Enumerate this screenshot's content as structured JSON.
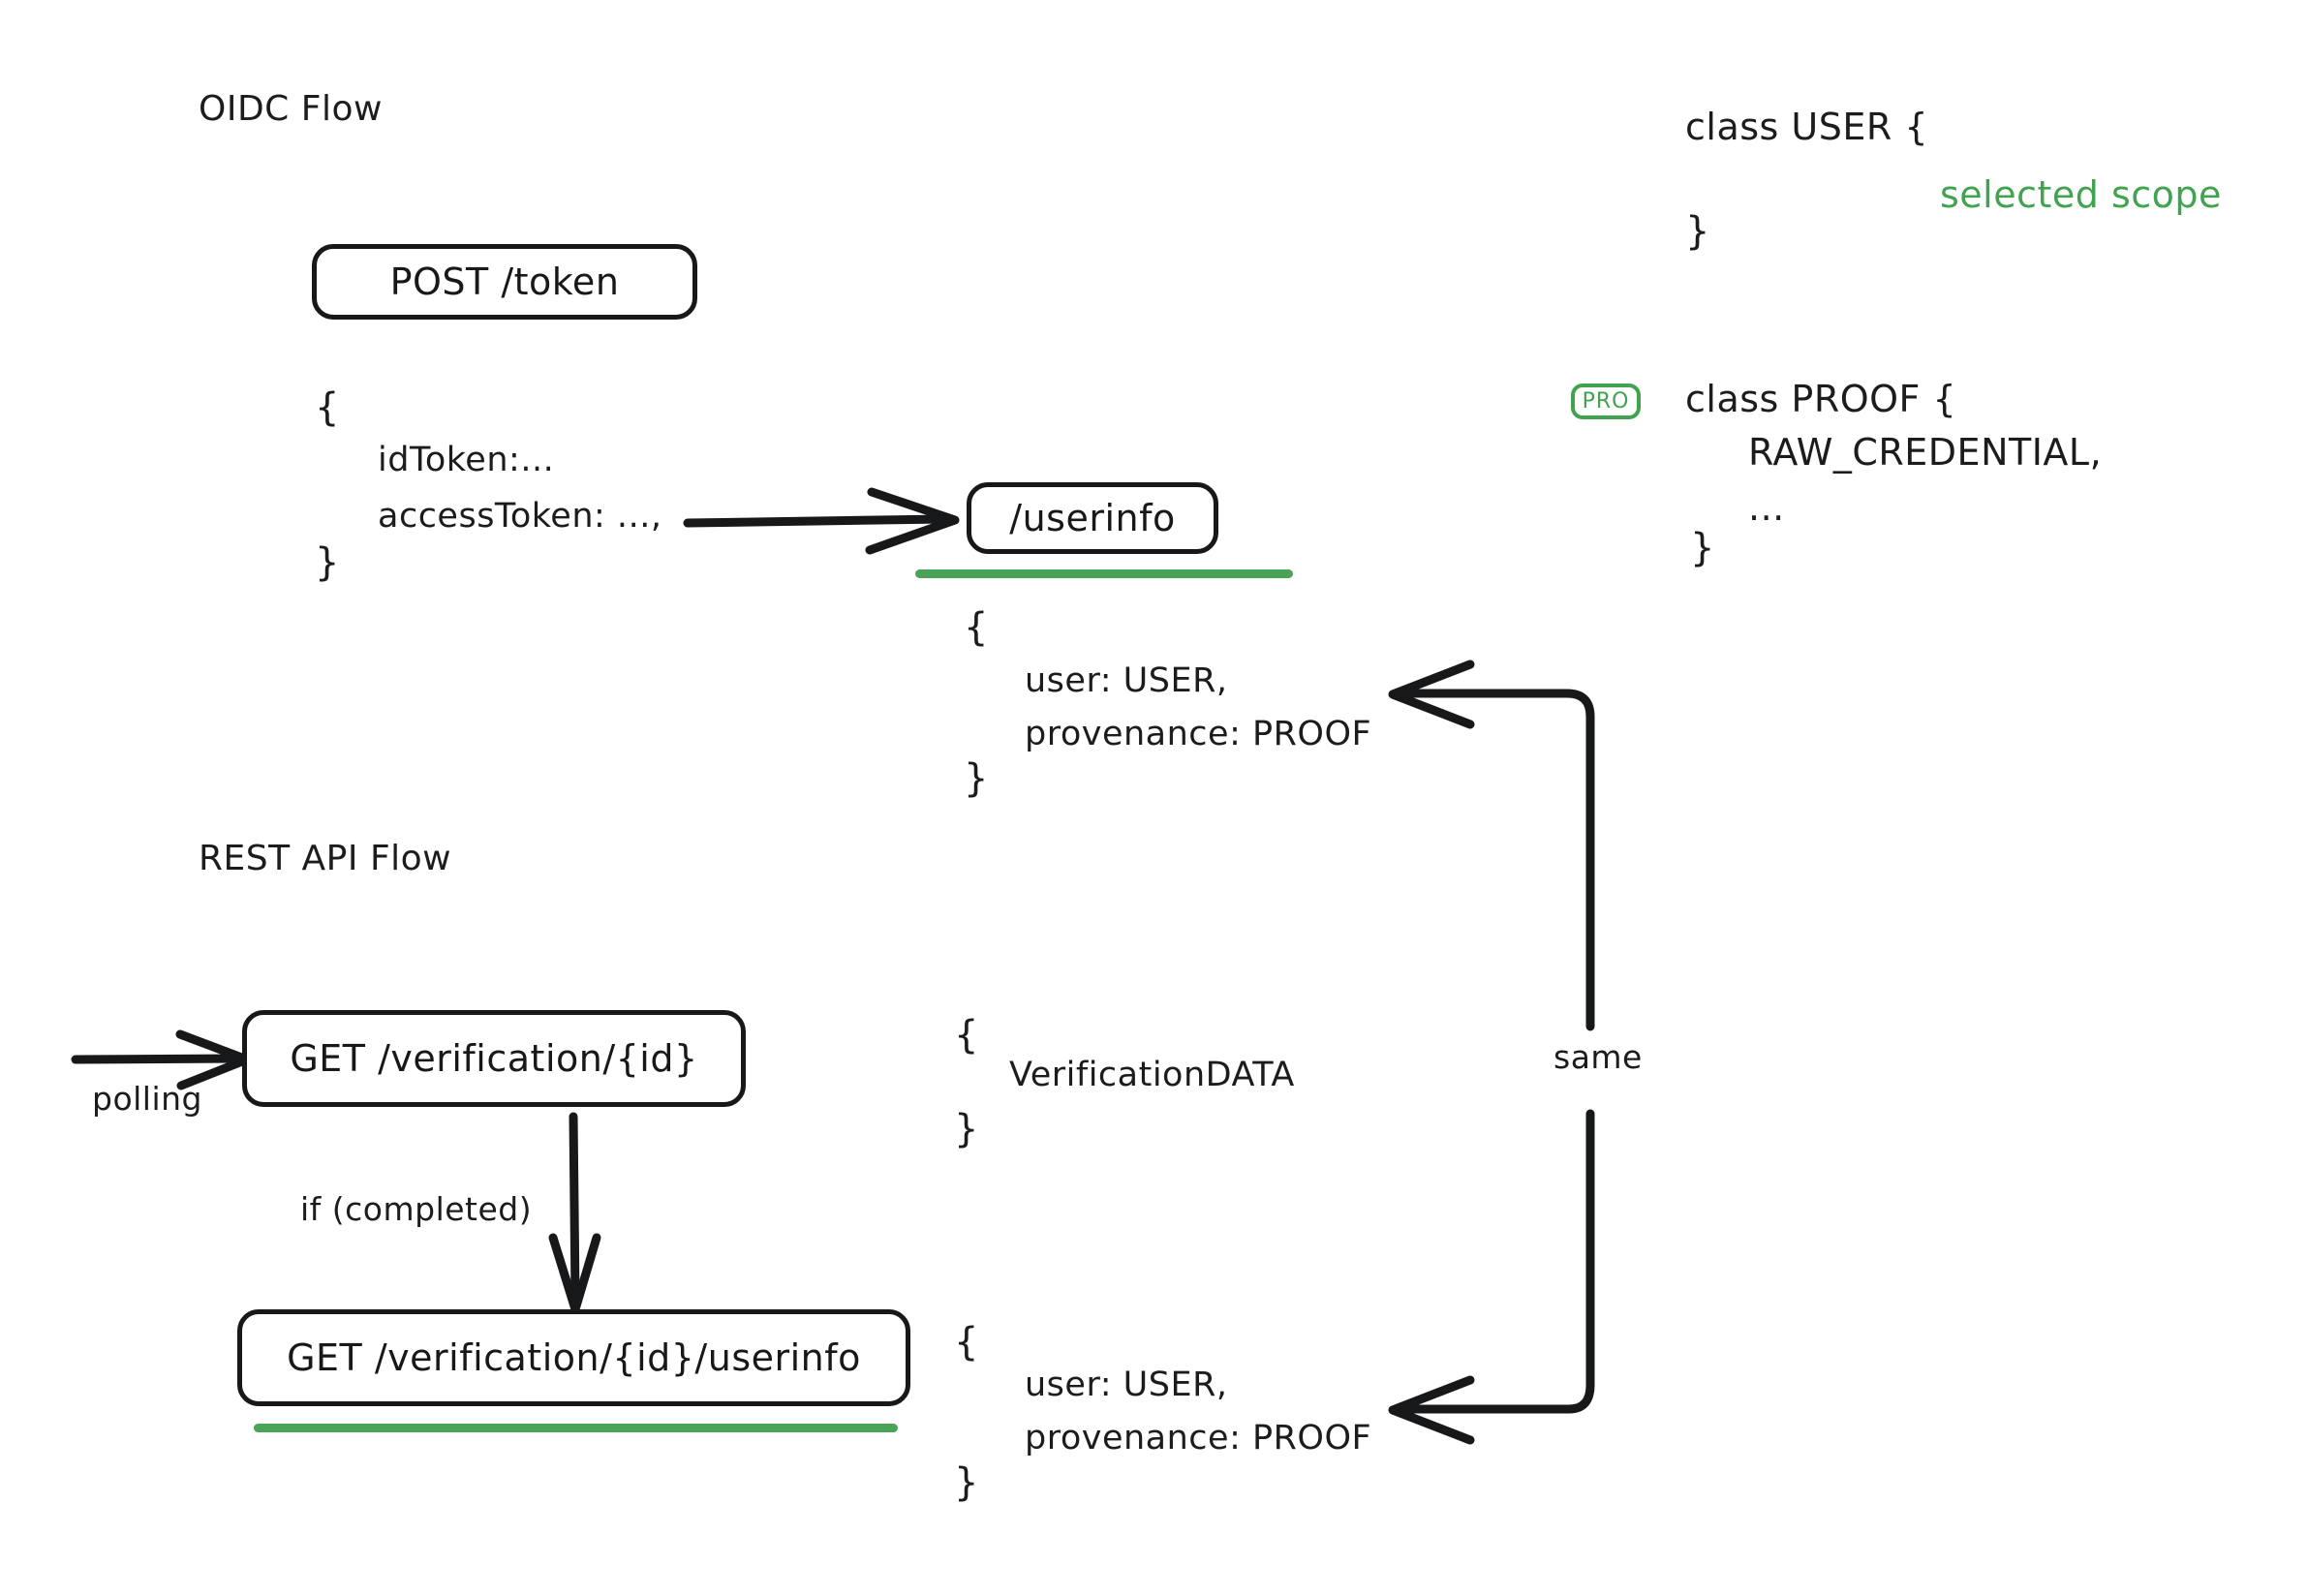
{
  "diagram": {
    "title_oidc": "OIDC Flow",
    "title_rest": "REST API Flow"
  },
  "oidc": {
    "token_node": "POST /token",
    "token_response": {
      "open_brace": "{",
      "line1": "idToken:...",
      "line2": "accessToken: ...,",
      "close_brace": "}"
    },
    "userinfo_node": "/userinfo",
    "userinfo_response": {
      "open_brace": "{",
      "line1": "user: USER,",
      "line2": "provenance: PROOF",
      "close_brace": "}"
    }
  },
  "rest": {
    "polling_label": "polling",
    "verification_node": "GET /verification/{id}",
    "verification_response": {
      "open_brace": "{",
      "line1": "VerificationDATA",
      "close_brace": "}"
    },
    "condition_label": "if (completed)",
    "userinfo_node": "GET /verification/{id}/userinfo",
    "userinfo_response": {
      "open_brace": "{",
      "line1": "user: USER,",
      "line2": "provenance: PROOF",
      "close_brace": "}"
    }
  },
  "connector": {
    "same_label": "same"
  },
  "classes": {
    "user": {
      "header": "class USER {",
      "close_brace": "}",
      "annotation": "selected scope"
    },
    "proof": {
      "badge": "PRO",
      "header": "class PROOF {",
      "field": "RAW_CREDENTIAL,",
      "ellipsis": "...",
      "close_brace": "}"
    }
  },
  "colors": {
    "ink": "#17181a",
    "green": "#41a350",
    "highlight": "#4aa356",
    "background": "#ffffff"
  }
}
